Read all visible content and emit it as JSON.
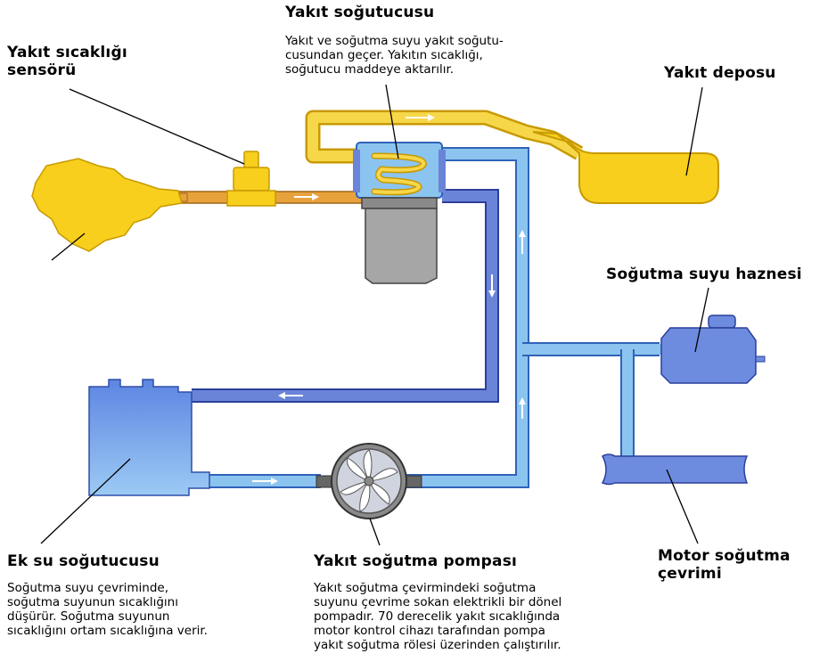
{
  "labels": {
    "fuel_cooler": {
      "title": "Yakıt soğutucusu",
      "desc": [
        "Yakıt ve soğutma suyu yakıt soğutu-",
        "cusundan geçer. Yakıtın sıcaklığı,",
        "soğutucu maddeye aktarılır."
      ]
    },
    "temp_sensor": {
      "title": [
        "Yakıt sıcaklığı",
        "sensörü"
      ]
    },
    "fuel_tank": {
      "title": "Yakıt deposu"
    },
    "coolant_reservoir": {
      "title": "Soğutma suyu haznesi"
    },
    "aux_cooler": {
      "title": "Ek su soğutucusu",
      "desc": [
        "Soğutma suyu çevriminde,",
        "soğutma suyunun sıcaklığını",
        "düşürür. Soğutma suyunun",
        "sıcaklığını ortam sıcaklığına verir."
      ]
    },
    "cooling_pump": {
      "title": "Yakıt soğutma pompası",
      "desc": [
        "Yakıt soğutma çevirmindeki soğutma",
        "suyunu çevrime sokan elektrikli bir dönel",
        "pompadır. 70 derecelik yakıt sıcaklığında",
        "motor kontrol cihazı tarafından pompa",
        "yakıt soğutma rölesi üzerinden çalıştırılır."
      ]
    },
    "engine_circuit": {
      "title": [
        "Motor soğutma",
        "çevrimi"
      ]
    }
  },
  "colors": {
    "fuel": "#f7cf1c",
    "fuel_outline": "#c89a00",
    "fuel_hot": "#e8a23c",
    "coolant_light": "#8cc4f0",
    "coolant_dark": "#6a84d8",
    "component_blue": "#6d8ce0",
    "filter_gray": "#a6a6a6",
    "arrow": "#ffffff"
  }
}
